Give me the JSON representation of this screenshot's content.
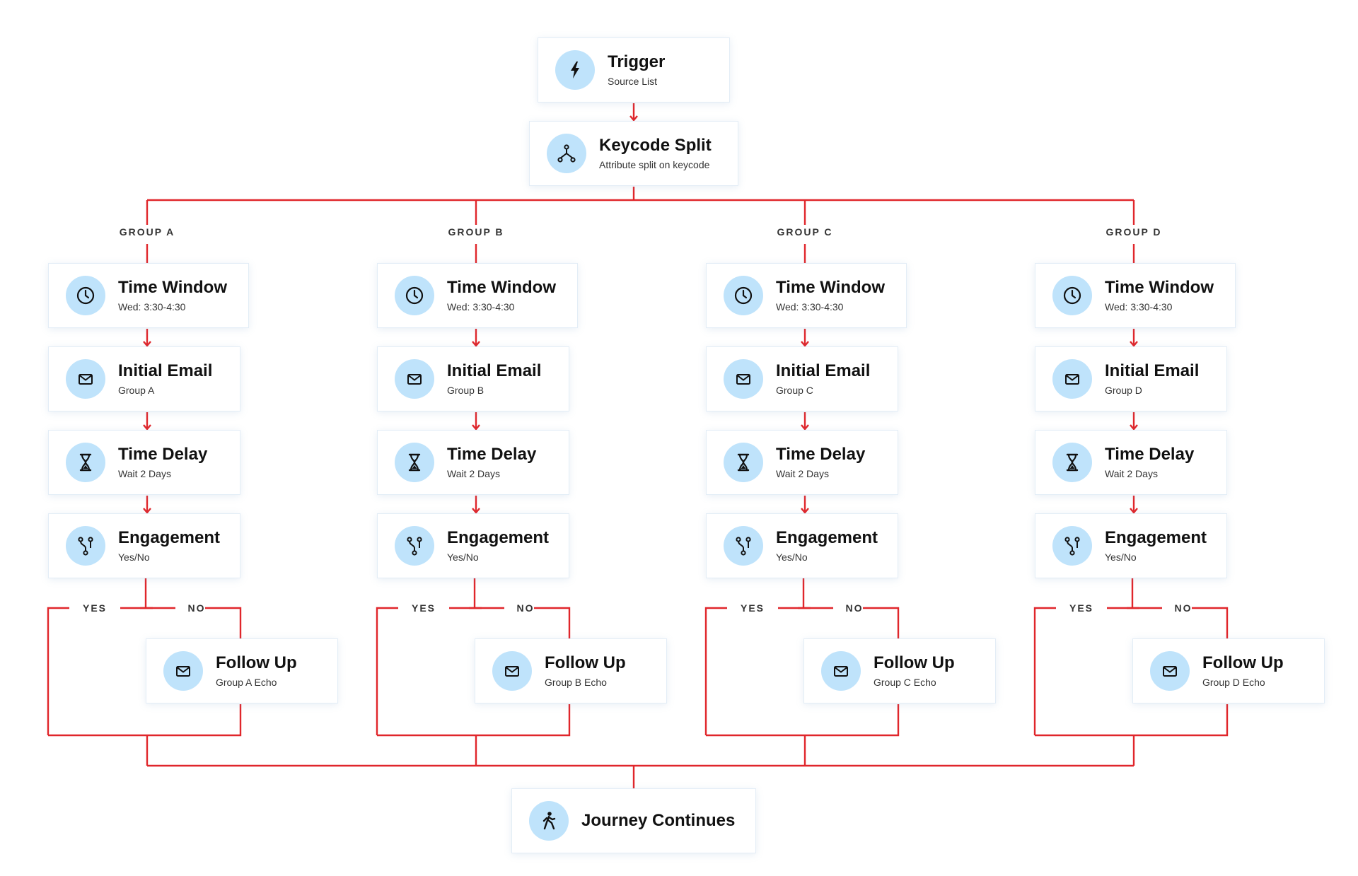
{
  "colors": {
    "connector": "#e0262b",
    "icon_bg": "#bfe3fb",
    "card_border": "#e3edf6"
  },
  "trigger": {
    "title": "Trigger",
    "subtitle": "Source List",
    "icon": "lightning-icon"
  },
  "split": {
    "title": "Keycode Split",
    "subtitle": "Attribute split on keycode",
    "icon": "split-branch-icon"
  },
  "groups": [
    {
      "label": "GROUP A",
      "time_window": {
        "title": "Time Window",
        "subtitle": "Wed: 3:30-4:30"
      },
      "initial_email": {
        "title": "Initial Email",
        "subtitle": "Group A"
      },
      "time_delay": {
        "title": "Time Delay",
        "subtitle": "Wait 2 Days"
      },
      "engagement": {
        "title": "Engagement",
        "subtitle": "Yes/No"
      },
      "yes_label": "YES",
      "no_label": "NO",
      "follow_up": {
        "title": "Follow Up",
        "subtitle": "Group A Echo"
      }
    },
    {
      "label": "GROUP B",
      "time_window": {
        "title": "Time Window",
        "subtitle": "Wed: 3:30-4:30"
      },
      "initial_email": {
        "title": "Initial Email",
        "subtitle": "Group B"
      },
      "time_delay": {
        "title": "Time Delay",
        "subtitle": "Wait 2 Days"
      },
      "engagement": {
        "title": "Engagement",
        "subtitle": "Yes/No"
      },
      "yes_label": "YES",
      "no_label": "NO",
      "follow_up": {
        "title": "Follow Up",
        "subtitle": "Group B Echo"
      }
    },
    {
      "label": "GROUP C",
      "time_window": {
        "title": "Time Window",
        "subtitle": "Wed: 3:30-4:30"
      },
      "initial_email": {
        "title": "Initial Email",
        "subtitle": "Group C"
      },
      "time_delay": {
        "title": "Time Delay",
        "subtitle": "Wait 2 Days"
      },
      "engagement": {
        "title": "Engagement",
        "subtitle": "Yes/No"
      },
      "yes_label": "YES",
      "no_label": "NO",
      "follow_up": {
        "title": "Follow Up",
        "subtitle": "Group C Echo"
      }
    },
    {
      "label": "GROUP D",
      "time_window": {
        "title": "Time Window",
        "subtitle": "Wed: 3:30-4:30"
      },
      "initial_email": {
        "title": "Initial Email",
        "subtitle": "Group D"
      },
      "time_delay": {
        "title": "Time Delay",
        "subtitle": "Wait 2 Days"
      },
      "engagement": {
        "title": "Engagement",
        "subtitle": "Yes/No"
      },
      "yes_label": "YES",
      "no_label": "NO",
      "follow_up": {
        "title": "Follow Up",
        "subtitle": "Group D Echo"
      }
    }
  ],
  "end": {
    "title": "Journey Continues",
    "icon": "walking-person-icon"
  }
}
